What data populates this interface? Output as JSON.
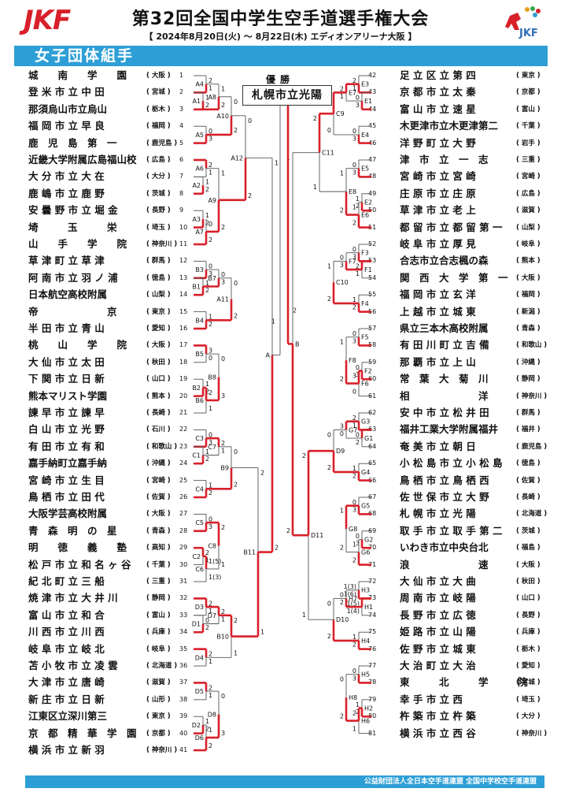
{
  "header": {
    "logo_left_text": "JKF",
    "title": "第32回全国中学生空手道選手権大会",
    "subtitle": "【 2024年8月20日(火) ～ 8月22日(木) エディオンアリーナ大阪 】",
    "logo_right_text": "JKF",
    "banner": "女子団体組手"
  },
  "winner": {
    "label": "優勝",
    "name": "札幌市立光陽"
  },
  "footer": "公益財団法人全日本空手道連盟 全国中学校空手道連盟",
  "left_teams": [
    {
      "no": "1",
      "name": "城　　南　　学　　園",
      "pref": "( 大阪 )"
    },
    {
      "no": "2",
      "name": "登 米 市 立 中 田",
      "pref": "( 宮城 )"
    },
    {
      "no": "3",
      "name": "那須烏山市立烏山",
      "pref": "( 栃木 )"
    },
    {
      "no": "4",
      "name": "福 岡 市 立 早 良",
      "pref": "( 福岡 )"
    },
    {
      "no": "5",
      "name": "鹿　児　島　第　一",
      "pref": "( 鹿児島 )"
    },
    {
      "no": "6",
      "name": "近畿大学附属広島福山校",
      "pref": "( 広島 )"
    },
    {
      "no": "7",
      "name": "大 分 市 立 大 在",
      "pref": "( 大分 )"
    },
    {
      "no": "8",
      "name": "鹿 嶋 市 立 鹿 野",
      "pref": "( 茨城 )"
    },
    {
      "no": "9",
      "name": "安 曇 野 市 立 堀 金",
      "pref": "( 長野 )"
    },
    {
      "no": "10",
      "name": "埼　　　玉　　　栄",
      "pref": "( 埼玉 )"
    },
    {
      "no": "11",
      "name": "山　　手　　学　　院",
      "pref": "( 神奈川 )"
    },
    {
      "no": "12",
      "name": "草 津 町 立 草 津",
      "pref": "( 群馬 )"
    },
    {
      "no": "13",
      "name": "阿 南 市 立 羽 ノ 浦",
      "pref": "( 徳島 )"
    },
    {
      "no": "14",
      "name": "日本航空高校附属",
      "pref": "( 山梨 )"
    },
    {
      "no": "15",
      "name": "帝　　　　　　　京",
      "pref": "( 東京 )"
    },
    {
      "no": "16",
      "name": "半 田 市 立 青 山",
      "pref": "( 愛知 )"
    },
    {
      "no": "17",
      "name": "桃　　山　　学　　院",
      "pref": "( 大阪 )"
    },
    {
      "no": "18",
      "name": "大 仙 市 立 太 田",
      "pref": "( 秋田 )"
    },
    {
      "no": "19",
      "name": "下 関 市 立 日 新",
      "pref": "( 山口 )"
    },
    {
      "no": "20",
      "name": "熊本マリスト学園",
      "pref": "( 熊本 )"
    },
    {
      "no": "21",
      "name": "諫 早 市 立 諫 早",
      "pref": "( 長崎 )"
    },
    {
      "no": "22",
      "name": "白 山 市 立 光 野",
      "pref": "( 石川 )"
    },
    {
      "no": "23",
      "name": "有 田 市 立 有 和",
      "pref": "( 和歌山 )"
    },
    {
      "no": "24",
      "name": "嘉手納町立嘉手納",
      "pref": "( 沖縄 )"
    },
    {
      "no": "25",
      "name": "宮 崎 市 立 生 目",
      "pref": "( 宮崎 )"
    },
    {
      "no": "26",
      "name": "鳥 栖 市 立 田 代",
      "pref": "( 佐賀 )"
    },
    {
      "no": "27",
      "name": "大阪学芸高校附属",
      "pref": "( 大阪 )"
    },
    {
      "no": "28",
      "name": "青　森　明　の　星",
      "pref": "( 青森 )"
    },
    {
      "no": "29",
      "name": "明　　徳　　義　　塾",
      "pref": "( 高知 )"
    },
    {
      "no": "30",
      "name": "松 戸 市 立 和 名 ヶ 谷",
      "pref": "( 千葉 )"
    },
    {
      "no": "31",
      "name": "紀 北 町 立 三 船",
      "pref": "( 三重 )"
    },
    {
      "no": "32",
      "name": "焼 津 市 立 大 井 川",
      "pref": "( 静岡 )"
    },
    {
      "no": "33",
      "name": "富 山 市 立 和 合",
      "pref": "( 富山 )"
    },
    {
      "no": "34",
      "name": "川 西 市 立 川 西",
      "pref": "( 兵庫 )"
    },
    {
      "no": "35",
      "name": "岐 阜 市 立 岐 北",
      "pref": "( 岐阜 )"
    },
    {
      "no": "36",
      "name": "苫 小 牧 市 立 凌 雲",
      "pref": "( 北海道 )"
    },
    {
      "no": "37",
      "name": "大 津 市 立 唐 崎",
      "pref": "( 滋賀 )"
    },
    {
      "no": "38",
      "name": "新 庄 市 立 日 新",
      "pref": "( 山形 )"
    },
    {
      "no": "39",
      "name": "江東区立深川第三",
      "pref": "( 東京 )"
    },
    {
      "no": "40",
      "name": "京　都　精　華　学　園",
      "pref": "( 京都 )"
    },
    {
      "no": "41",
      "name": "横 浜 市 立 新 羽",
      "pref": "( 神奈川 )"
    }
  ],
  "right_teams": [
    {
      "no": "42",
      "name": "足 立 区 立 第 四",
      "pref": "( 東京 )"
    },
    {
      "no": "43",
      "name": "京 都 市 立 太 秦",
      "pref": "( 京都 )"
    },
    {
      "no": "44",
      "name": "富 山 市 立 速 星",
      "pref": "( 富山 )"
    },
    {
      "no": "45",
      "name": "木更津市立木更津第二",
      "pref": "( 千葉 )"
    },
    {
      "no": "46",
      "name": "洋 野 町 立 大 野",
      "pref": "( 岩手 )"
    },
    {
      "no": "47",
      "name": "津　市　立　一　志",
      "pref": "( 三重 )"
    },
    {
      "no": "48",
      "name": "宮 崎 市 立 宮 崎",
      "pref": "( 宮崎 )"
    },
    {
      "no": "49",
      "name": "庄 原 市 立 庄 原",
      "pref": "( 広島 )"
    },
    {
      "no": "50",
      "name": "草 津 市 立 老 上",
      "pref": "( 滋賀 )"
    },
    {
      "no": "51",
      "name": "都 留 市 立 都 留 第 一",
      "pref": "( 山梨 )"
    },
    {
      "no": "52",
      "name": "岐 阜 市 立 厚 見",
      "pref": "( 岐阜 )"
    },
    {
      "no": "53",
      "name": "合志市立合志楓の森",
      "pref": "( 熊本 )"
    },
    {
      "no": "54",
      "name": "関　西　大　学　第　一",
      "pref": "( 大阪 )"
    },
    {
      "no": "55",
      "name": "福 岡 市 立 玄 洋",
      "pref": "( 福岡 )"
    },
    {
      "no": "56",
      "name": "上 越 市 立 城 東",
      "pref": "( 新潟 )"
    },
    {
      "no": "57",
      "name": "県立三本木高校附属",
      "pref": "( 青森 )"
    },
    {
      "no": "58",
      "name": "有 田 川 町 立 吉 備",
      "pref": "( 和歌山 )"
    },
    {
      "no": "59",
      "name": "那 覇 市 立 上 山",
      "pref": "( 沖縄 )"
    },
    {
      "no": "60",
      "name": "常　葉　大　菊　川",
      "pref": "( 静岡 )"
    },
    {
      "no": "61",
      "name": "相　　　　　　　洋",
      "pref": "( 神奈川 )"
    },
    {
      "no": "62",
      "name": "安 中 市 立 松 井 田",
      "pref": "( 群馬 )"
    },
    {
      "no": "63",
      "name": "福井工業大学附属福井",
      "pref": "( 福井 )"
    },
    {
      "no": "64",
      "name": "奄 美 市 立 朝 日",
      "pref": "( 鹿児島 )"
    },
    {
      "no": "65",
      "name": "小 松 島 市 立 小 松 島",
      "pref": "( 徳島 )"
    },
    {
      "no": "66",
      "name": "鳥 栖 市 立 鳥 栖 西",
      "pref": "( 佐賀 )"
    },
    {
      "no": "67",
      "name": "佐 世 保 市 立 大 野",
      "pref": "( 長崎 )"
    },
    {
      "no": "68",
      "name": "札 幌 市 立 光 陽",
      "pref": "( 北海道 )"
    },
    {
      "no": "69",
      "name": "取 手 市 立 取 手 第 二",
      "pref": "( 茨城 )"
    },
    {
      "no": "70",
      "name": "いわき市立中央台北",
      "pref": "( 福島 )"
    },
    {
      "no": "71",
      "name": "浪　　　　　　　速",
      "pref": "( 大阪 )"
    },
    {
      "no": "72",
      "name": "大 仙 市 立 大 曲",
      "pref": "( 秋田 )"
    },
    {
      "no": "73",
      "name": "周 南 市 立 岐 陽",
      "pref": "( 山口 )"
    },
    {
      "no": "74",
      "name": "長 野 市 立 広 徳",
      "pref": "( 長野 )"
    },
    {
      "no": "75",
      "name": "姫 路 市 立 山 陽",
      "pref": "( 兵庫 )"
    },
    {
      "no": "76",
      "name": "佐 野 市 立 城 東",
      "pref": "( 栃木 )"
    },
    {
      "no": "77",
      "name": "大 治 町 立 大 治",
      "pref": "( 愛知 )"
    },
    {
      "no": "78",
      "name": "東　　　北　　　学　　　院",
      "pref": "( 宮城 )"
    },
    {
      "no": "79",
      "name": "幸 手 市 立 西",
      "pref": "( 埼玉 )"
    },
    {
      "no": "80",
      "name": "杵 築 市 立 杵 築",
      "pref": "( 大分 )"
    },
    {
      "no": "81",
      "name": "横 浜 市 立 西 谷",
      "pref": "( 神奈川 )"
    }
  ],
  "matches": {
    "A1": {
      "label": "A1",
      "s1": "1",
      "s2": "2"
    },
    "A2": {
      "label": "A2",
      "s1": "1",
      "s2": "2"
    },
    "A3": {
      "label": "A3",
      "s1": "1",
      "s2": "2"
    },
    "A4": {
      "label": "A4",
      "s1": "2",
      "s2": "1"
    },
    "A5": {
      "label": "A5",
      "s1": "0",
      "s2": "3"
    },
    "A6": {
      "label": "A6",
      "s1": "2",
      "s2": "1"
    },
    "A7": {
      "label": "A7",
      "s1": "0",
      "s2": "2"
    },
    "A8": {
      "label": "A8",
      "s1": "1",
      "s2": "2"
    },
    "A9": {
      "label": "A9",
      "s1": "1",
      "s2": "2"
    },
    "A10": {
      "label": "A10",
      "s1": "0",
      "s2": "2"
    },
    "A11": {
      "label": "A11",
      "s1": "0",
      "s2": "2"
    },
    "A12": {
      "label": "A12",
      "s1": "0",
      "s2": "2"
    },
    "A": {
      "label": "A",
      "s1": "1",
      "s2": "2"
    },
    "B1": {
      "label": "B1",
      "s1": "1",
      "s2": "2"
    },
    "B2": {
      "label": "B2",
      "s1": "1",
      "s2": "2"
    },
    "B3": {
      "label": "B3",
      "s1": "0",
      "s2": "3"
    },
    "B4": {
      "label": "B4",
      "s1": "1",
      "s2": "2"
    },
    "B5": {
      "label": "B5",
      "s1": "3",
      "s2": "0"
    },
    "B6": {
      "label": "B6",
      "s1": "2",
      "s2": "1"
    },
    "B7": {
      "label": "B7",
      "s1": "0",
      "s2": "3"
    },
    "B8": {
      "label": "B8",
      "s1": "0",
      "s2": "3"
    },
    "B9": {
      "label": "B9",
      "s1": "0",
      "s2": "2"
    },
    "B10": {
      "label": "B10",
      "s1": "2",
      "s2": "1"
    },
    "B11": {
      "label": "B11",
      "s1": "2",
      "s2": "1"
    },
    "C1": {
      "label": "C1",
      "s1": "1",
      "s2": "2"
    },
    "C2": {
      "label": "C2",
      "s1": "2",
      "s2": "1"
    },
    "C3": {
      "label": "C3",
      "s1": "0",
      "s2": "3"
    },
    "C4": {
      "label": "C4",
      "s1": "1",
      "s2": "2"
    },
    "C5": {
      "label": "C5",
      "s1": "0",
      "s2": "3"
    },
    "C6": {
      "label": "C6",
      "s1": "1(5)",
      "s2": "1(3)"
    },
    "C7": {
      "label": "C7",
      "s1": "2",
      "s2": "1"
    },
    "C8": {
      "label": "C8",
      "s1": "2",
      "s2": "1"
    },
    "B": {
      "label": "B",
      "s1": "1",
      "s2": "2"
    },
    "D1": {
      "label": "D1",
      "s1": "0",
      "s2": "2"
    },
    "D2": {
      "label": "D2",
      "s1": "1",
      "s2": "2"
    },
    "D3": {
      "label": "D3",
      "s1": "2",
      "s2": "1"
    },
    "D4": {
      "label": "D4",
      "s1": "2",
      "s2": "1"
    },
    "D5": {
      "label": "D5",
      "s1": "2",
      "s2": "1"
    },
    "D6": {
      "label": "D6",
      "s1": "1",
      "s2": "2"
    },
    "D7": {
      "label": "D7",
      "s1": "2",
      "s2": "1"
    },
    "D8": {
      "label": "D8",
      "s1": "0",
      "s2": "3"
    },
    "D9": {
      "label": "D9",
      "s1": "0",
      "s2": "2"
    },
    "D10": {
      "label": "D10",
      "s1": "0",
      "s2": "2"
    },
    "D11": {
      "label": "D11",
      "s1": "2",
      "s2": "1"
    },
    "C9": {
      "label": "C9",
      "s1": "2",
      "s2": "0"
    },
    "C10": {
      "label": "C10",
      "s1": "1",
      "s2": "2"
    },
    "C11": {
      "label": "C11",
      "s1": "2",
      "s2": "1"
    },
    "E1": {
      "label": "E1",
      "s1": "0",
      "s2": "3"
    },
    "E2": {
      "label": "E2",
      "s1": "1",
      "s2": "2"
    },
    "E3": {
      "label": "E3",
      "s1": "2",
      "s2": "1"
    },
    "E4": {
      "label": "E4",
      "s1": "0",
      "s2": "3"
    },
    "E5": {
      "label": "E5",
      "s1": "0",
      "s2": "3"
    },
    "E6": {
      "label": "E6",
      "s1": "1",
      "s2": "2"
    },
    "E7": {
      "label": "E7",
      "s1": "2",
      "s2": "1"
    },
    "E8": {
      "label": "E8",
      "s1": "1",
      "s2": "2"
    },
    "F1": {
      "label": "F1",
      "s1": "2",
      "s2": "1"
    },
    "F2": {
      "label": "F2",
      "s1": "0",
      "s2": "3"
    },
    "F3": {
      "label": "F3",
      "s1": "0",
      "s2": "3"
    },
    "F4": {
      "label": "F4",
      "s1": "1",
      "s2": "2"
    },
    "F5": {
      "label": "F5",
      "s1": "0",
      "s2": "3"
    },
    "F6": {
      "label": "F6",
      "s1": "3",
      "s2": "0"
    },
    "F7": {
      "label": "F7",
      "s1": "0",
      "s2": "3"
    },
    "F8": {
      "label": "F8",
      "s1": "1",
      "s2": "2"
    },
    "G1": {
      "label": "G1",
      "s1": "0",
      "s2": "2"
    },
    "G2": {
      "label": "G2",
      "s1": "0",
      "s2": "3"
    },
    "G3": {
      "label": "G3",
      "s1": "2",
      "s2": "1"
    },
    "G4": {
      "label": "G4",
      "s1": "1",
      "s2": "2"
    },
    "G5": {
      "label": "G5",
      "s1": "0",
      "s2": "3"
    },
    "G6": {
      "label": "G6",
      "s1": "1",
      "s2": "2"
    },
    "G7": {
      "label": "G7",
      "s1": "3",
      "s2": "0"
    },
    "G8": {
      "label": "G8",
      "s1": "1",
      "s2": "2"
    },
    "H1": {
      "label": "H1",
      "s1": "1(5)",
      "s2": "1(4)"
    },
    "H2": {
      "label": "H2",
      "s1": "1",
      "s2": "2"
    },
    "H3": {
      "label": "H3",
      "s1": "1(3)",
      "s2": "1(6)"
    },
    "H4": {
      "label": "H4",
      "s1": "1",
      "s2": "2"
    },
    "H5": {
      "label": "H5",
      "s1": "0",
      "s2": "3"
    },
    "H6": {
      "label": "H6",
      "s1": "2",
      "s2": "1"
    },
    "H7": {
      "label": "H7",
      "s1": "0",
      "s2": "2"
    },
    "H8": {
      "label": "H8",
      "s1": "0",
      "s2": "2"
    },
    "FINAL": {
      "label": "",
      "s1": "1",
      "s2": "2"
    }
  },
  "colors": {
    "accent_blue": "#2e9fd6",
    "winner_red": "#d8202a",
    "line_gray": "#555555"
  }
}
